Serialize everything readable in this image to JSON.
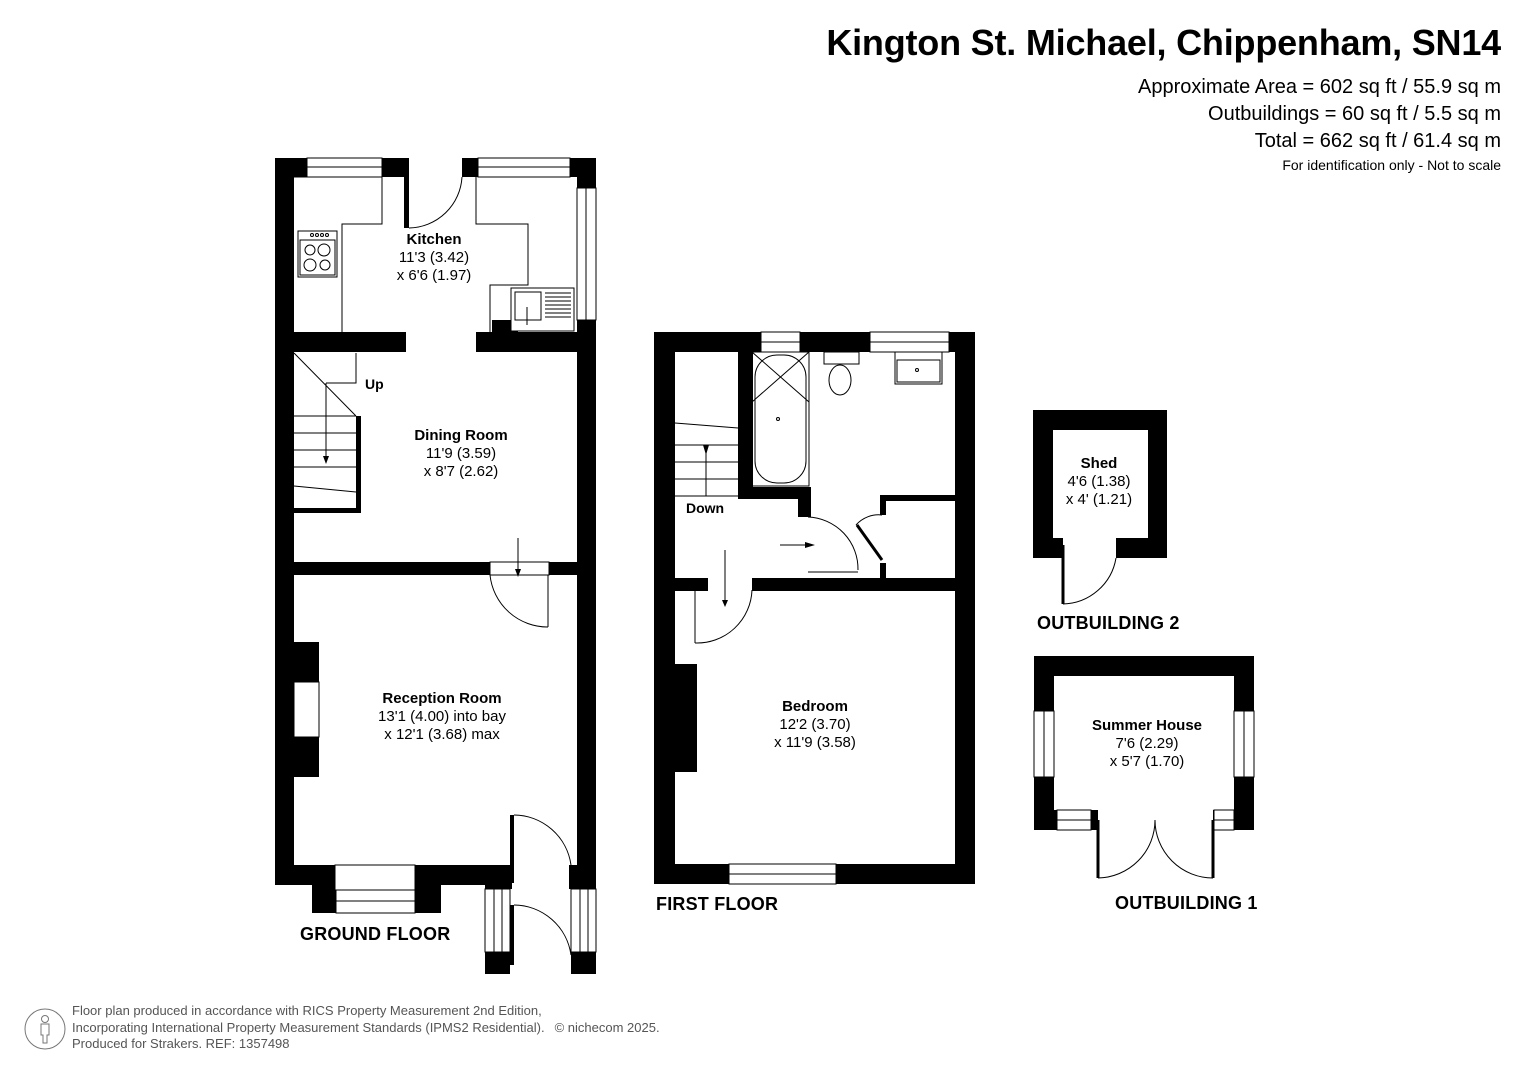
{
  "header": {
    "title": "Kington St. Michael, Chippenham, SN14",
    "approximate_area": "Approximate Area = 602 sq ft / 55.9 sq m",
    "outbuildings_area": "Outbuildings = 60 sq ft / 5.5 sq m",
    "total_area": "Total = 662 sq ft / 61.4 sq m",
    "disclaimer": "For identification only - Not to scale"
  },
  "ground_floor": {
    "label": "GROUND FLOOR",
    "stairs_label": "Up",
    "rooms": [
      {
        "name": "Kitchen",
        "dim1": "11'3 (3.42)",
        "dim2": "x 6'6 (1.97)"
      },
      {
        "name": "Dining Room",
        "dim1": "11'9 (3.59)",
        "dim2": "x 8'7 (2.62)"
      },
      {
        "name": "Reception Room",
        "dim1": "13'1 (4.00) into bay",
        "dim2": "x 12'1 (3.68) max"
      }
    ]
  },
  "first_floor": {
    "label": "FIRST FLOOR",
    "stairs_label": "Down",
    "rooms": [
      {
        "name": "Bedroom",
        "dim1": "12'2 (3.70)",
        "dim2": "x 11'9 (3.58)"
      }
    ]
  },
  "outbuilding_2": {
    "label": "OUTBUILDING 2",
    "room": {
      "name": "Shed",
      "dim1": "4'6 (1.38)",
      "dim2": "x 4' (1.21)"
    }
  },
  "outbuilding_1": {
    "label": "OUTBUILDING 1",
    "room": {
      "name": "Summer House",
      "dim1": "7'6 (2.29)",
      "dim2": "x 5'7 (1.70)"
    }
  },
  "footer": {
    "line1": "Floor plan produced in accordance with RICS Property Measurement 2nd Edition,",
    "line2": "Incorporating International Property Measurement Standards (IPMS2 Residential).",
    "copyright": "© nichecom 2025.",
    "line3": "Produced for Strakers.   REF: 1357498",
    "icon": "person-icon"
  },
  "colors": {
    "wall": "#000000",
    "background": "#ffffff",
    "footer_text": "#555555"
  }
}
